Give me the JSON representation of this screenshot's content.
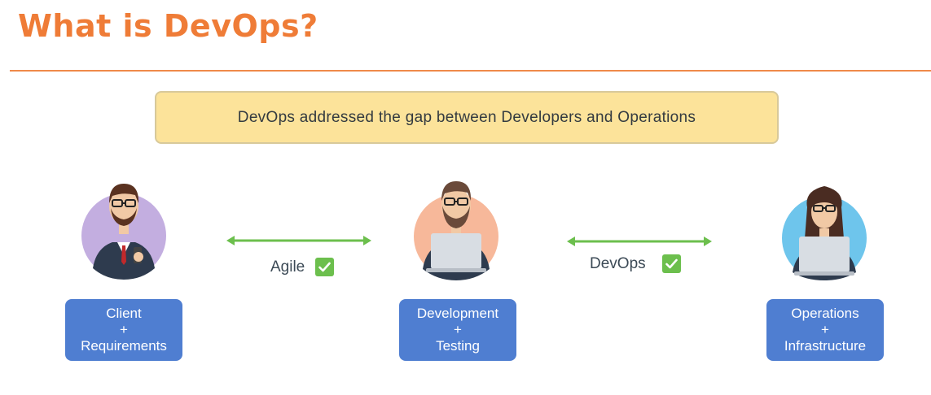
{
  "title": "What is DevOps?",
  "banner": "DevOps addressed the gap between Developers and Operations",
  "roles": [
    {
      "line1": "Client",
      "line2": "+",
      "line3": "Requirements"
    },
    {
      "line1": "Development",
      "line2": "+",
      "line3": "Testing"
    },
    {
      "line1": "Operations",
      "line2": "+",
      "line3": "Infrastructure"
    }
  ],
  "links": [
    {
      "label": "Agile",
      "icon": "checkmark-icon"
    },
    {
      "label": "DevOps",
      "icon": "checkmark-icon"
    }
  ],
  "colors": {
    "title": "#ef7c37",
    "banner_bg": "#fce39a",
    "role_box": "#4f7ed1",
    "arrow": "#6cbf4d",
    "client_circle": "#c3aee0",
    "developer_circle": "#f7b89a",
    "operations_circle": "#6ec5ec"
  }
}
